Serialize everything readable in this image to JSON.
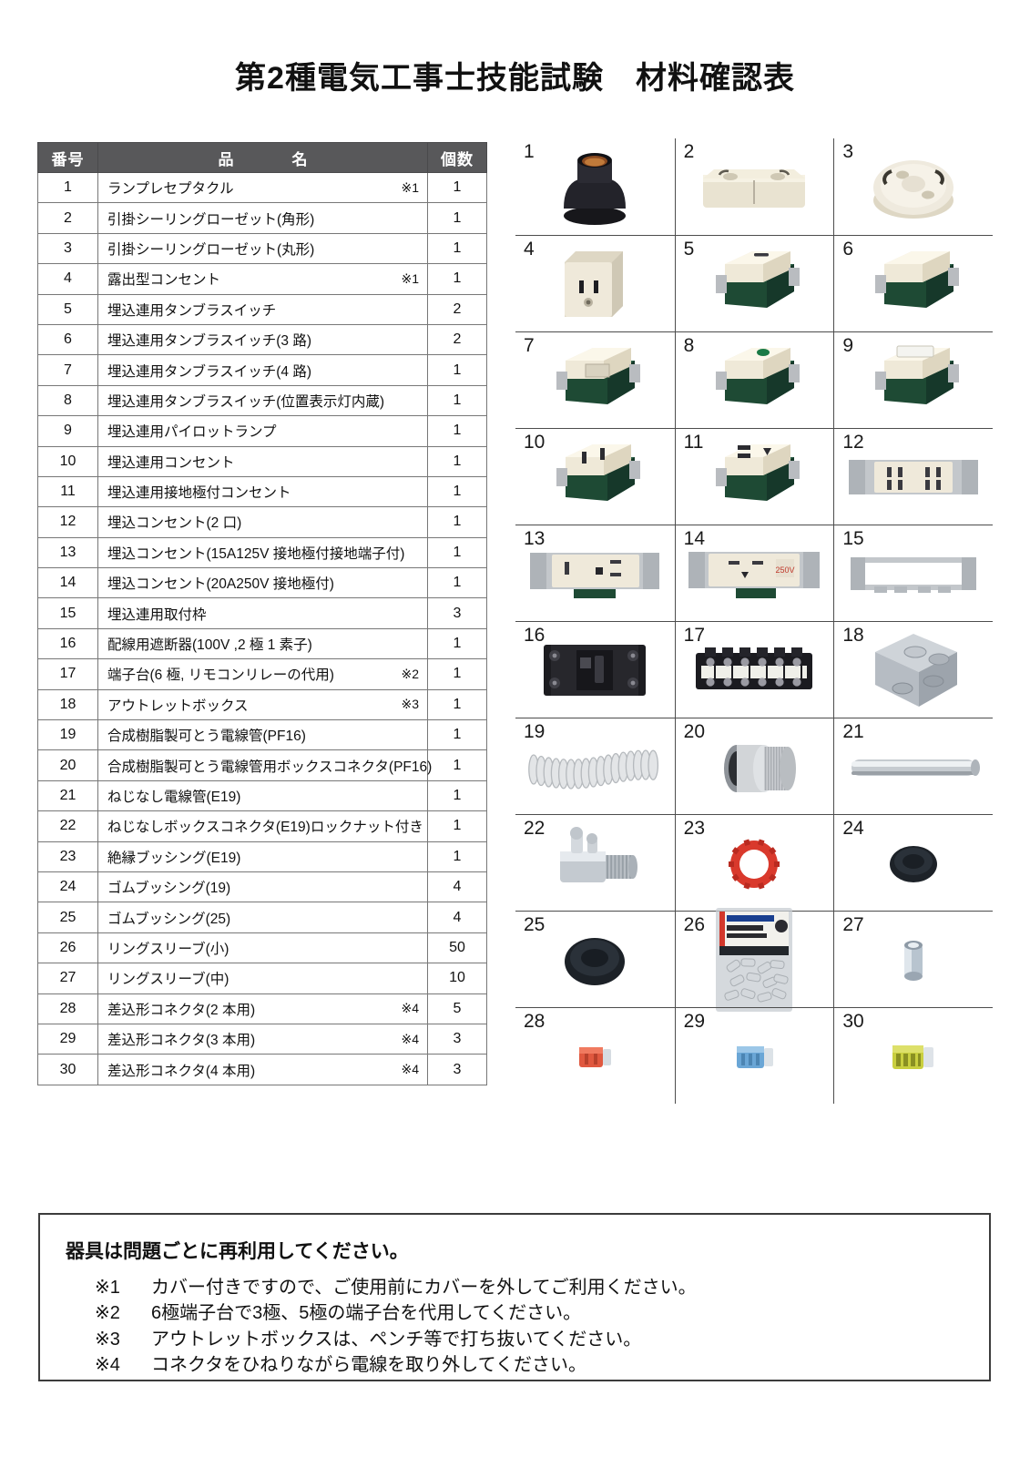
{
  "document": {
    "title": "第2種電気工事士技能試験　材料確認表"
  },
  "table": {
    "headers": {
      "no": "番号",
      "name": "品　　名",
      "qty": "個数"
    },
    "rows": [
      {
        "no": "1",
        "name": "ランプレセプタクル",
        "note": "※1",
        "qty": "1"
      },
      {
        "no": "2",
        "name": "引掛シーリングローゼット(角形)",
        "note": "",
        "qty": "1"
      },
      {
        "no": "3",
        "name": "引掛シーリングローゼット(丸形)",
        "note": "",
        "qty": "1"
      },
      {
        "no": "4",
        "name": "露出型コンセント",
        "note": "※1",
        "qty": "1"
      },
      {
        "no": "5",
        "name": "埋込連用タンブラスイッチ",
        "note": "",
        "qty": "2"
      },
      {
        "no": "6",
        "name": "埋込連用タンブラスイッチ(3 路)",
        "note": "",
        "qty": "2"
      },
      {
        "no": "7",
        "name": "埋込連用タンブラスイッチ(4 路)",
        "note": "",
        "qty": "1"
      },
      {
        "no": "8",
        "name": "埋込連用タンブラスイッチ(位置表示灯内蔵)",
        "note": "",
        "qty": "1"
      },
      {
        "no": "9",
        "name": "埋込連用パイロットランプ",
        "note": "",
        "qty": "1"
      },
      {
        "no": "10",
        "name": "埋込連用コンセント",
        "note": "",
        "qty": "1"
      },
      {
        "no": "11",
        "name": "埋込連用接地極付コンセント",
        "note": "",
        "qty": "1"
      },
      {
        "no": "12",
        "name": "埋込コンセント(2 口)",
        "note": "",
        "qty": "1"
      },
      {
        "no": "13",
        "name": "埋込コンセント(15A125V 接地極付接地端子付)",
        "note": "",
        "qty": "1"
      },
      {
        "no": "14",
        "name": "埋込コンセント(20A250V 接地極付)",
        "note": "",
        "qty": "1"
      },
      {
        "no": "15",
        "name": "埋込連用取付枠",
        "note": "",
        "qty": "3"
      },
      {
        "no": "16",
        "name": "配線用遮断器(100V ,2 極 1 素子)",
        "note": "",
        "qty": "1"
      },
      {
        "no": "17",
        "name": "端子台(6 極, リモコンリレーの代用)",
        "note": "※2",
        "qty": "1"
      },
      {
        "no": "18",
        "name": "アウトレットボックス",
        "note": "※3",
        "qty": "1"
      },
      {
        "no": "19",
        "name": "合成樹脂製可とう電線管(PF16)",
        "note": "",
        "qty": "1"
      },
      {
        "no": "20",
        "name": "合成樹脂製可とう電線管用ボックスコネクタ(PF16)",
        "note": "",
        "qty": "1"
      },
      {
        "no": "21",
        "name": "ねじなし電線管(E19)",
        "note": "",
        "qty": "1"
      },
      {
        "no": "22",
        "name": "ねじなしボックスコネクタ(E19)ロックナット付き",
        "note": "",
        "qty": "1"
      },
      {
        "no": "23",
        "name": "絶縁ブッシング(E19)",
        "note": "",
        "qty": "1"
      },
      {
        "no": "24",
        "name": "ゴムブッシング(19)",
        "note": "",
        "qty": "4"
      },
      {
        "no": "25",
        "name": "ゴムブッシング(25)",
        "note": "",
        "qty": "4"
      },
      {
        "no": "26",
        "name": "リングスリーブ(小)",
        "note": "",
        "qty": "50"
      },
      {
        "no": "27",
        "name": "リングスリーブ(中)",
        "note": "",
        "qty": "10"
      },
      {
        "no": "28",
        "name": "差込形コネクタ(2 本用)",
        "note": "※4",
        "qty": "5"
      },
      {
        "no": "29",
        "name": "差込形コネクタ(3 本用)",
        "note": "※4",
        "qty": "3"
      },
      {
        "no": "30",
        "name": "差込形コネクタ(4 本用)",
        "note": "※4",
        "qty": "3"
      }
    ]
  },
  "photo_grid": {
    "cells": [
      {
        "num": "1",
        "icon": "lamp-receptacle-photo"
      },
      {
        "num": "2",
        "icon": "ceiling-rosette-square-photo"
      },
      {
        "num": "3",
        "icon": "ceiling-rosette-round-photo"
      },
      {
        "num": "4",
        "icon": "surface-outlet-photo"
      },
      {
        "num": "5",
        "icon": "tumbler-switch-photo"
      },
      {
        "num": "6",
        "icon": "tumbler-switch-3way-photo"
      },
      {
        "num": "7",
        "icon": "tumbler-switch-4way-photo"
      },
      {
        "num": "8",
        "icon": "tumbler-switch-pilot-photo"
      },
      {
        "num": "9",
        "icon": "pilot-lamp-photo"
      },
      {
        "num": "10",
        "icon": "embedded-outlet-photo"
      },
      {
        "num": "11",
        "icon": "grounded-outlet-photo"
      },
      {
        "num": "12",
        "icon": "duplex-outlet-frame-photo"
      },
      {
        "num": "13",
        "icon": "outlet-15a125v-photo"
      },
      {
        "num": "14",
        "icon": "outlet-20a250v-photo"
      },
      {
        "num": "15",
        "icon": "mounting-frame-photo"
      },
      {
        "num": "16",
        "icon": "circuit-breaker-photo"
      },
      {
        "num": "17",
        "icon": "terminal-block-photo"
      },
      {
        "num": "18",
        "icon": "outlet-box-photo"
      },
      {
        "num": "19",
        "icon": "pf-flexible-conduit-photo"
      },
      {
        "num": "20",
        "icon": "pf-box-connector-photo"
      },
      {
        "num": "21",
        "icon": "threadless-conduit-photo"
      },
      {
        "num": "22",
        "icon": "threadless-box-connector-photo"
      },
      {
        "num": "23",
        "icon": "insulating-bushing-photo"
      },
      {
        "num": "24",
        "icon": "rubber-bushing-19-photo"
      },
      {
        "num": "25",
        "icon": "rubber-bushing-25-photo"
      },
      {
        "num": "26",
        "icon": "ring-sleeve-small-pack-photo"
      },
      {
        "num": "27",
        "icon": "ring-sleeve-medium-photo"
      },
      {
        "num": "28",
        "icon": "push-in-connector-2-photo"
      },
      {
        "num": "29",
        "icon": "push-in-connector-3-photo"
      },
      {
        "num": "30",
        "icon": "push-in-connector-4-photo"
      }
    ],
    "package_label_26": "リングスリーブ"
  },
  "notes": {
    "heading": "器具は問題ごとに再利用してください。",
    "items": [
      {
        "mark": "※1",
        "text": "カバー付きですので、ご使用前にカバーを外してご利用ください。"
      },
      {
        "mark": "※2",
        "text": "6極端子台で3極、5極の端子台を代用してください。"
      },
      {
        "mark": "※3",
        "text": "アウトレットボックスは、ペンチ等で打ち抜いてください。"
      },
      {
        "mark": "※4",
        "text": "コネクタをひねりながら電線を取り外してください。"
      }
    ]
  },
  "colors": {
    "header_bg": "#58585a",
    "border": "#777777",
    "grid_line": "#4d4d4d",
    "cream": "#e8e2d0",
    "green": "#1e4a34",
    "metal": "#b9bcc0",
    "red": "#d9372a",
    "blue_grey": "#7fa8c6",
    "dark": "#1b1b1f"
  }
}
